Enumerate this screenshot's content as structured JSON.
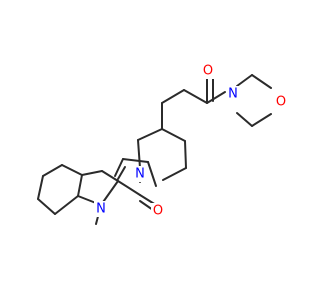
{
  "colors": {
    "bond": "#2b2b2b",
    "oxygen": "#ff0000",
    "nitrogen": "#0000ff",
    "carbon": "#2b2b2b",
    "background": "#ffffff"
  },
  "atoms": {
    "o_ketone": {
      "symbol": "O",
      "color_key": "oxygen"
    },
    "n_morpholine": {
      "symbol": "N",
      "color_key": "nitrogen"
    },
    "o_morpholine": {
      "symbol": "O",
      "color_key": "oxygen"
    },
    "n_piperidine": {
      "symbol": "N",
      "color_key": "nitrogen"
    },
    "o_amide": {
      "symbol": "O",
      "color_key": "oxygen"
    },
    "n_indole": {
      "symbol": "N",
      "color_key": "nitrogen"
    }
  }
}
